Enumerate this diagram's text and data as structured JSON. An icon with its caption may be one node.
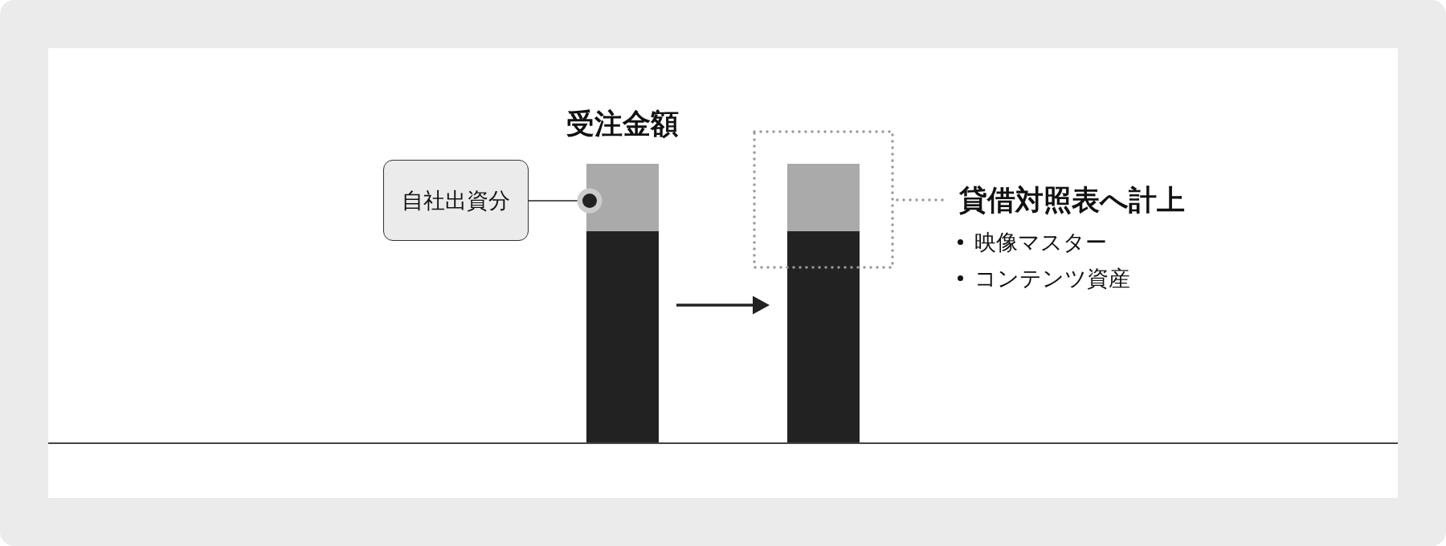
{
  "diagram": {
    "nodes": [
      {
        "text": [],
        "shape": "bar",
        "beside": [
          "受注金額"
        ]
      },
      {
        "text": [
          "自社出資分"
        ]
      },
      {
        "text": [],
        "shape": "bar"
      },
      {
        "text": [],
        "shape": "box"
      },
      {
        "text": [
          "貸借対照表へ計上",
          "映像マスター",
          "コンテンツ資産"
        ]
      }
    ],
    "edges": [
      {
        "from": 1,
        "to": 0,
        "arrow": "other"
      },
      {
        "from": 0,
        "to": 2,
        "arrow": "to"
      },
      {
        "from": 3,
        "to": 4,
        "arrow": "none",
        "style": "dashed",
        "color": "#999999"
      }
    ]
  }
}
